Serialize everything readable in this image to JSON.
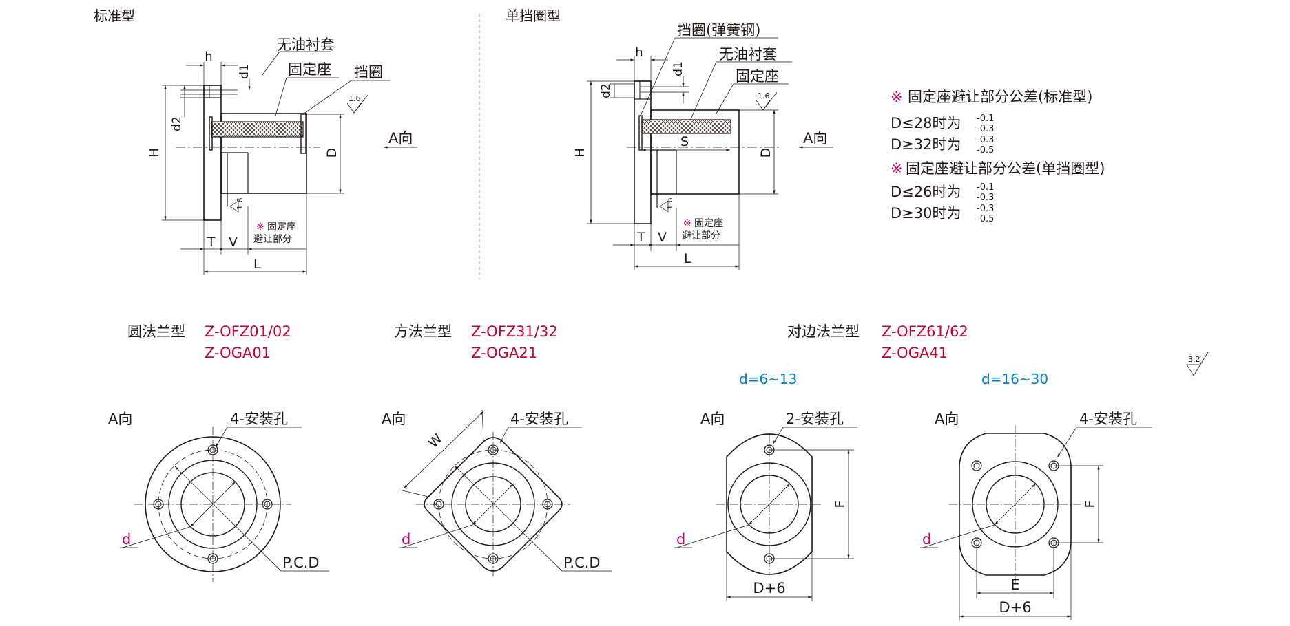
{
  "colors": {
    "line": "#231815",
    "model_red": "#c3002f",
    "range_blue": "#0080c8",
    "note_magenta": "#c8006a",
    "liner_hatch": "#d9d9d9"
  },
  "standard": {
    "title": "标准型",
    "label_liner": "无油衬套",
    "label_seat": "固定座",
    "label_ring": "挡圈",
    "dim_h": "h",
    "dim_d1": "d1",
    "dim_d2": "d2",
    "dim_H": "H",
    "dim_D": "D",
    "dim_T": "T",
    "dim_V": "V",
    "dim_L": "L",
    "rough": "1.6",
    "direction": "A向",
    "note_mark": "※",
    "note_line1": "固定座",
    "note_line2": "避让部分"
  },
  "single_ring": {
    "title": "单挡圈型",
    "label_ring": "挡圈(弹簧钢)",
    "label_liner": "无油衬套",
    "label_seat": "固定座",
    "dim_h": "h",
    "dim_d1": "d1",
    "dim_d2": "d2",
    "dim_H": "H",
    "dim_D": "D",
    "dim_S": "S",
    "dim_T": "T",
    "dim_V": "V",
    "dim_L": "L",
    "rough": "1.6",
    "direction": "A向",
    "note_mark": "※",
    "note_line1": "固定座",
    "note_line2": "避让部分"
  },
  "tolerance": {
    "mark": "※",
    "heading_std": "固定座避让部分公差(标准型)",
    "std_rows": [
      {
        "cond": "D≤28时为",
        "upper": "-0.1",
        "lower": "-0.3"
      },
      {
        "cond": "D≥32时为",
        "upper": "-0.3",
        "lower": "-0.5"
      }
    ],
    "heading_single": "固定座避让部分公差(单挡圈型)",
    "single_rows": [
      {
        "cond": "D≤26时为",
        "upper": "-0.1",
        "lower": "-0.3"
      },
      {
        "cond": "D≥30时为",
        "upper": "-0.3",
        "lower": "-0.5"
      }
    ]
  },
  "round_flange": {
    "type_label": "圆法兰型",
    "model1": "Z-OFZ01/02",
    "model2": "Z-OGA01",
    "view": "A向",
    "holes": "4-安装孔",
    "dim_d": "d",
    "dim_pcd": "P.C.D"
  },
  "square_flange": {
    "type_label": "方法兰型",
    "model1": "Z-OFZ31/32",
    "model2": "Z-OGA21",
    "view": "A向",
    "holes": "4-安装孔",
    "dim_W": "W",
    "dim_d": "d",
    "dim_pcd": "P.C.D"
  },
  "cut_flange": {
    "type_label": "对边法兰型",
    "model1": "Z-OFZ61/62",
    "model2": "Z-OGA41",
    "small": {
      "range": "d=6~13",
      "view": "A向",
      "holes": "2-安装孔",
      "dim_F": "F",
      "dim_d": "d",
      "dim_D6": "D+6"
    },
    "large": {
      "range": "d=16~30",
      "view": "A向",
      "holes": "4-安装孔",
      "dim_F": "F",
      "dim_d": "d",
      "dim_E": "E",
      "dim_D6": "D+6"
    }
  },
  "general_rough": "3.2"
}
